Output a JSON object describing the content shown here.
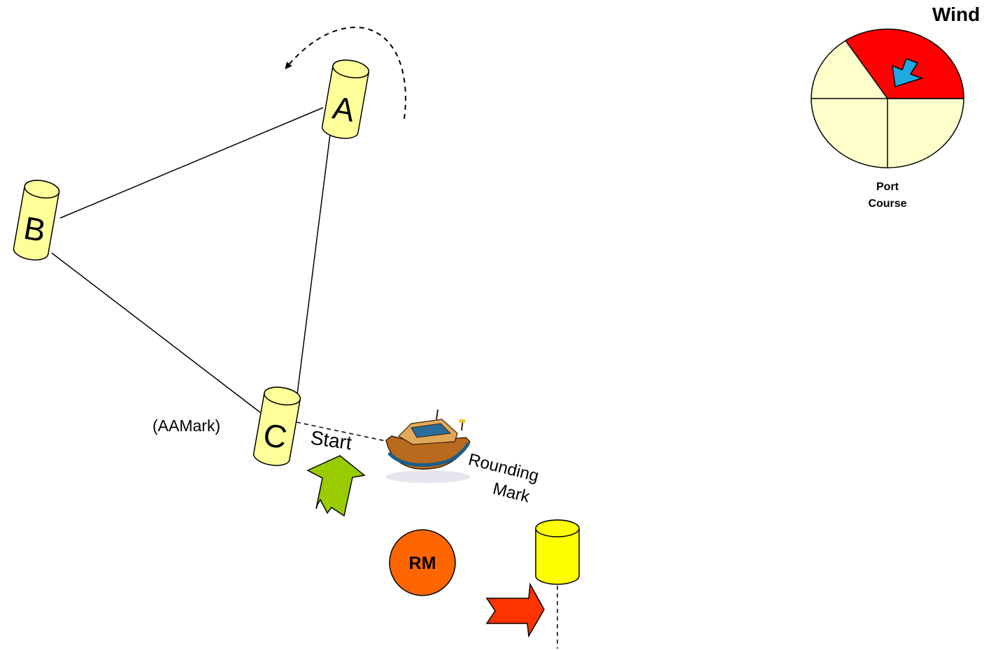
{
  "wind": {
    "title": "Wind",
    "caption_line1": "Port",
    "caption_line2": "Course",
    "active_sector_color": "#ff0000",
    "sector_color": "#ffffcc",
    "arrow_color": "#1fa9e1"
  },
  "marks": {
    "a": "A",
    "b": "B",
    "c": "C",
    "c_note": "(AAMark)",
    "mark_color": "#ffff99",
    "rounding_mark_color": "#ffff00"
  },
  "start_label": "Start",
  "rounding_mark_label_line1": "Rounding",
  "rounding_mark_label_line2": "Mark",
  "rm_badge": {
    "label": "RM",
    "color": "#ff6600"
  },
  "arrows": {
    "start_color": "#99cc00",
    "approach_color": "#ff3300"
  },
  "icons": {
    "boat": "motorboat-icon",
    "curved_arrow": "counterclockwise-arrow-icon"
  }
}
